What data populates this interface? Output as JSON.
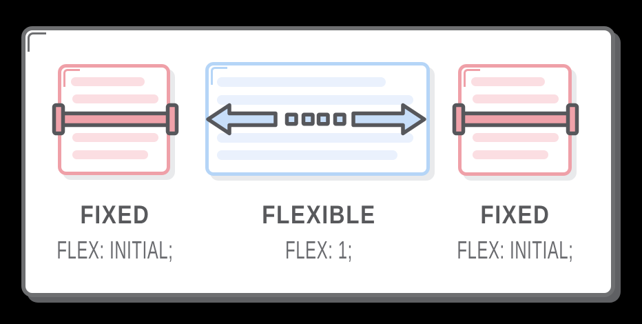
{
  "diagram": {
    "topic": "css-flexbox-fixed-vs-flexible",
    "page_background": "#000000",
    "panel": {
      "background": "#FFFFFF",
      "border_color": "#6E6F71",
      "shadow_color": "#5F6063"
    },
    "colors": {
      "dark_stroke": "#56575B",
      "pink_accent": "#EFA0A8",
      "pink_light": "#FBDEE2",
      "pink_fill": "#F0A2AA",
      "blue_accent": "#B5D5F7",
      "blue_light": "#EAF1FD",
      "blue_fill": "#C7DEF9",
      "card_shadow": "#E9EAEC",
      "title_color": "#58595C",
      "code_color": "#696A6E"
    },
    "columns": [
      {
        "title": "FIXED",
        "code": "FLEX: INITIAL;",
        "card": "fixed-width-card",
        "accent": "pink"
      },
      {
        "title": "FLEXIBLE",
        "code": "FLEX: 1;",
        "card": "flexible-width-card",
        "accent": "blue"
      },
      {
        "title": "FIXED",
        "code": "FLEX: INITIAL;",
        "card": "fixed-width-card",
        "accent": "pink"
      }
    ]
  }
}
